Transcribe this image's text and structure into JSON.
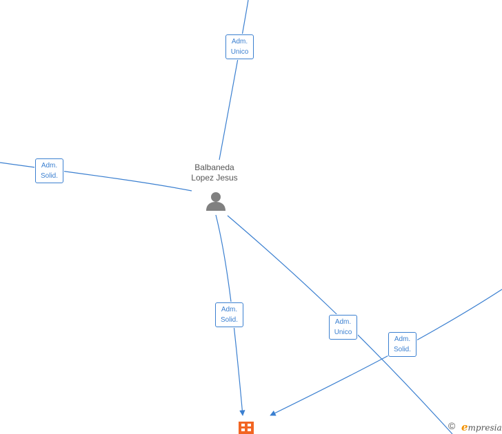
{
  "person": {
    "name_line1": "Balbaneda",
    "name_line2": "Lopez Jesus",
    "icon": "person-icon"
  },
  "company": {
    "icon": "building-icon",
    "color": "#f26522"
  },
  "edge_labels": [
    {
      "line1": "Adm.",
      "line2": "Unico"
    },
    {
      "line1": "Adm.",
      "line2": "Solid."
    },
    {
      "line1": "Adm.",
      "line2": "Solid."
    },
    {
      "line1": "Adm.",
      "line2": "Unico"
    },
    {
      "line1": "Adm.",
      "line2": "Solid."
    }
  ],
  "footer": {
    "copyright": "©",
    "brand_initial": "e",
    "brand_rest": "mpresia"
  },
  "colors": {
    "edge": "#3a7fd0",
    "text": "#555555",
    "brand": "#f39200"
  }
}
